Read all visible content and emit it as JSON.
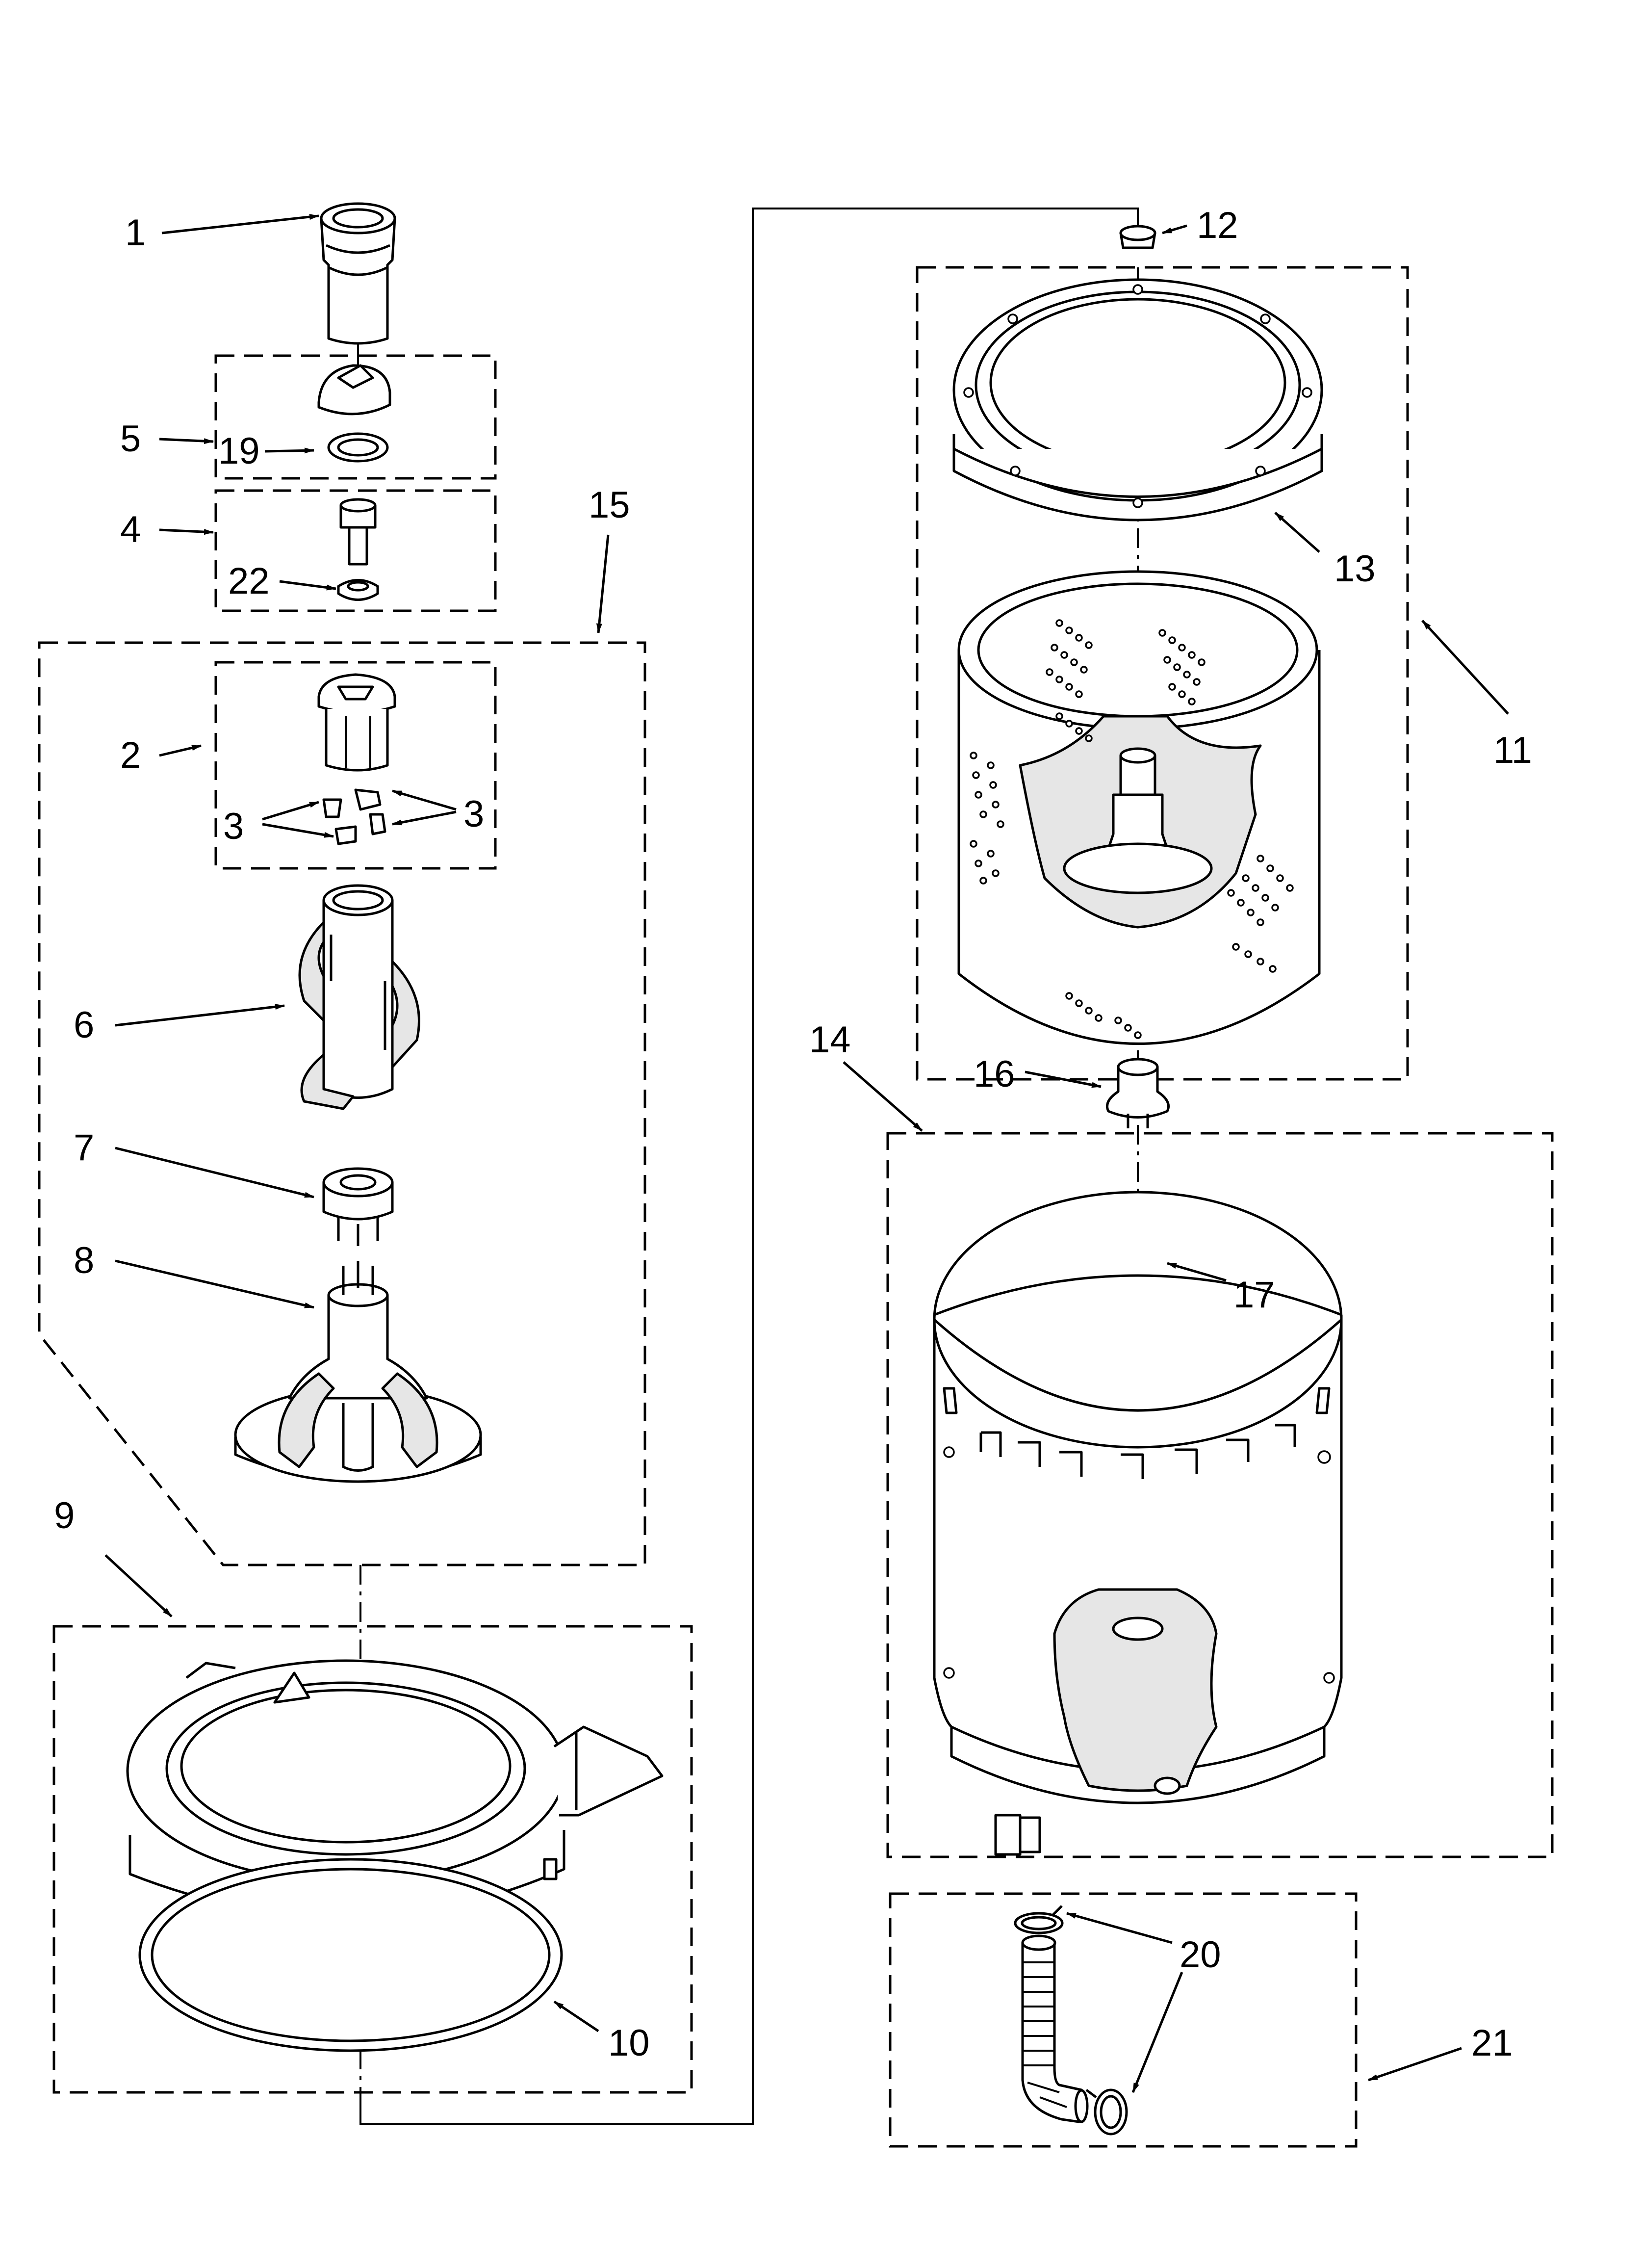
{
  "callouts": {
    "c1": "1",
    "c2": "2",
    "c3a": "3",
    "c3b": "3",
    "c4": "4",
    "c5": "5",
    "c6": "6",
    "c7": "7",
    "c8": "8",
    "c9": "9",
    "c10": "10",
    "c11": "11",
    "c12": "12",
    "c13": "13",
    "c14": "14",
    "c15": "15",
    "c16": "16",
    "c17": "17",
    "c19": "19",
    "c20": "20",
    "c21": "21",
    "c22": "22"
  }
}
